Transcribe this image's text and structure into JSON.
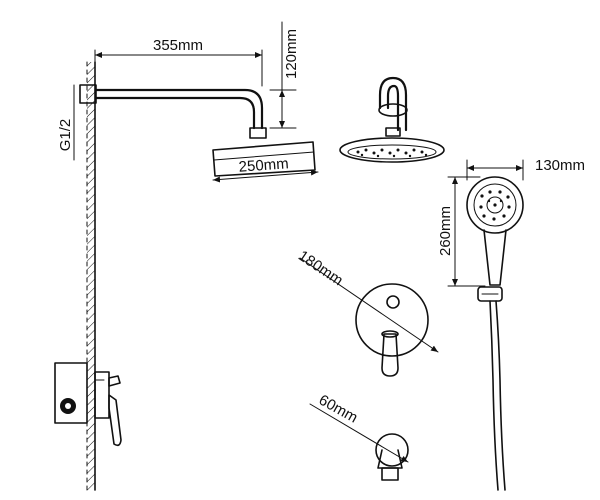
{
  "dimensions": {
    "arm_length": "355mm",
    "arm_drop": "120mm",
    "thread": "G1/2",
    "showerhead_diameter": "250mm",
    "handshower_width": "130mm",
    "handshower_height": "260mm",
    "plate_diameter": "180mm",
    "outlet_diameter": "60mm"
  },
  "colors": {
    "ink": "#111111",
    "background": "#ffffff"
  }
}
